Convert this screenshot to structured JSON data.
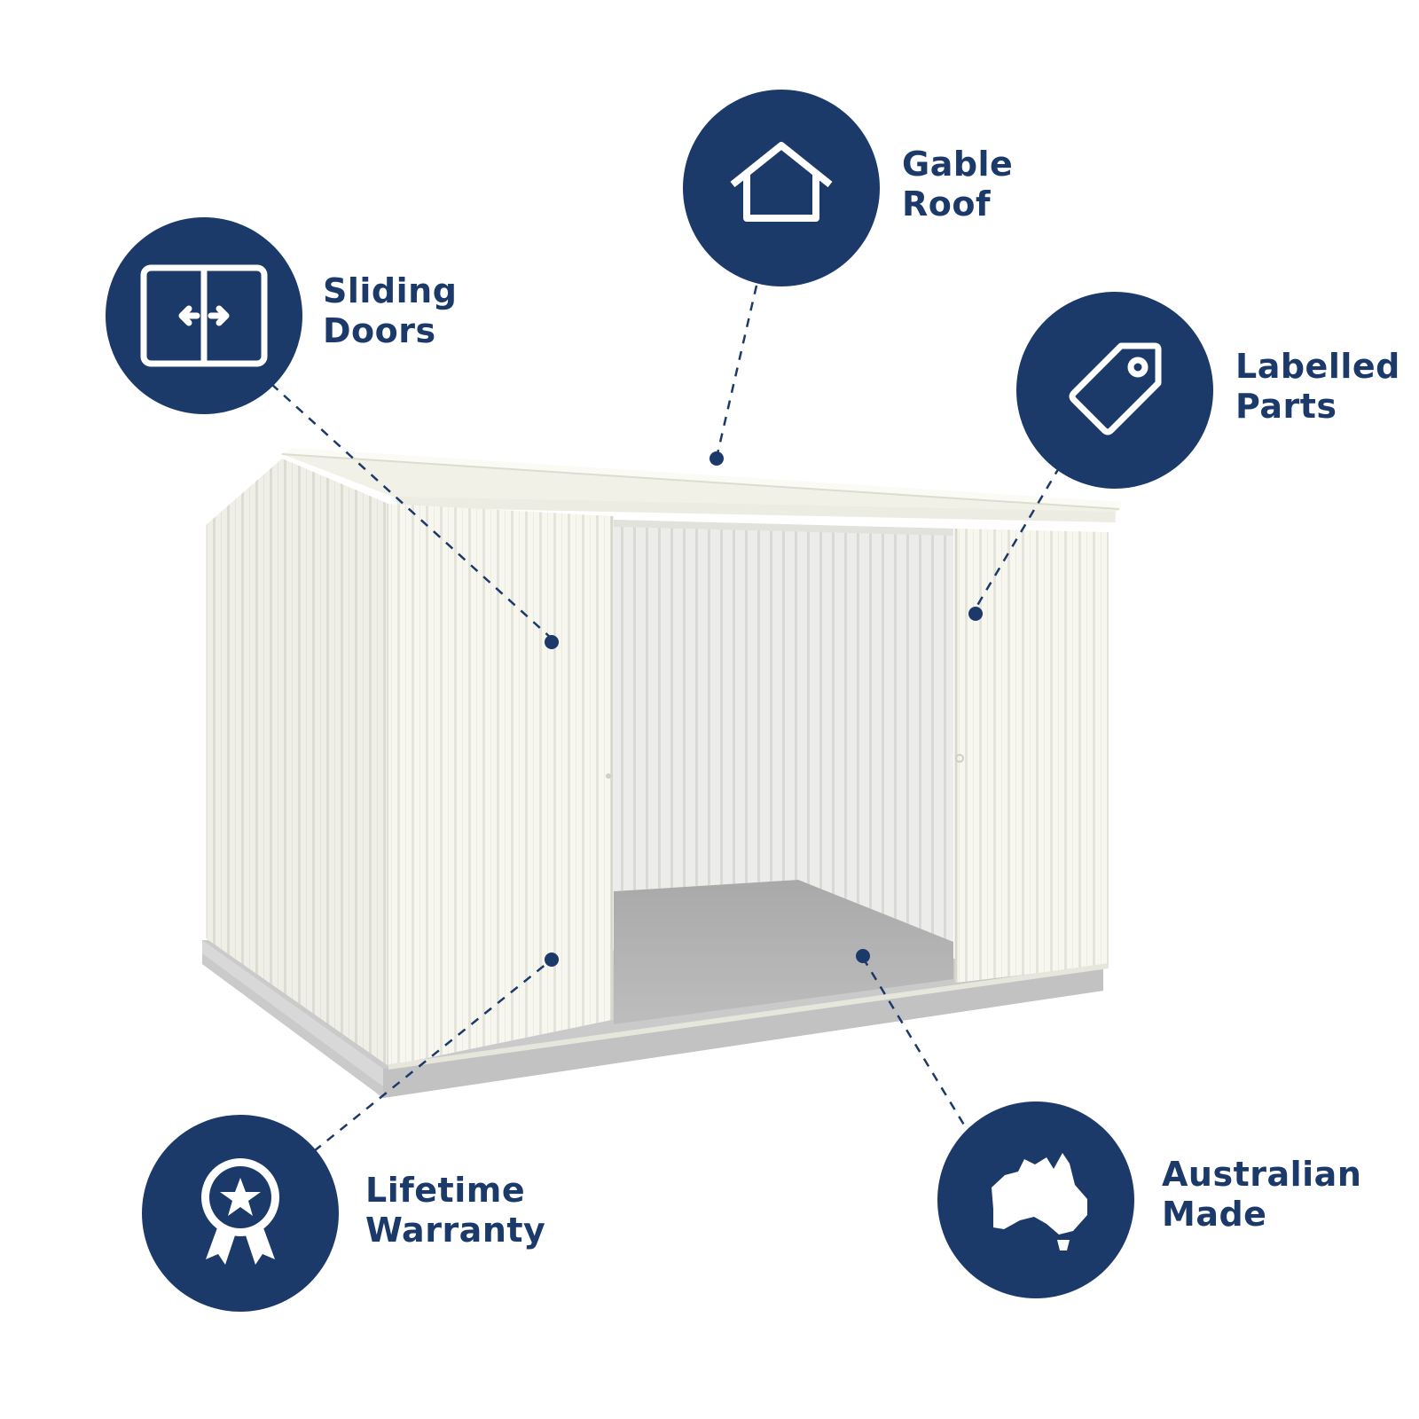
{
  "theme": {
    "accent": "#1b3a69",
    "badge_icon_color": "#ffffff",
    "shed_color": "#f6f6ee",
    "base_color": "#c9c9c9"
  },
  "features": [
    {
      "id": "sliding-doors",
      "icon": "sliding-doors-icon",
      "line1": "Sliding",
      "line2": "Doors"
    },
    {
      "id": "gable-roof",
      "icon": "house-icon",
      "line1": "Gable",
      "line2": "Roof"
    },
    {
      "id": "labelled-parts",
      "icon": "tag-icon",
      "line1": "Labelled",
      "line2": "Parts"
    },
    {
      "id": "lifetime-warranty",
      "icon": "award-ribbon-icon",
      "line1": "Lifetime",
      "line2": "Warranty"
    },
    {
      "id": "australian-made",
      "icon": "australia-map-icon",
      "line1": "Australian",
      "line2": "Made"
    }
  ]
}
